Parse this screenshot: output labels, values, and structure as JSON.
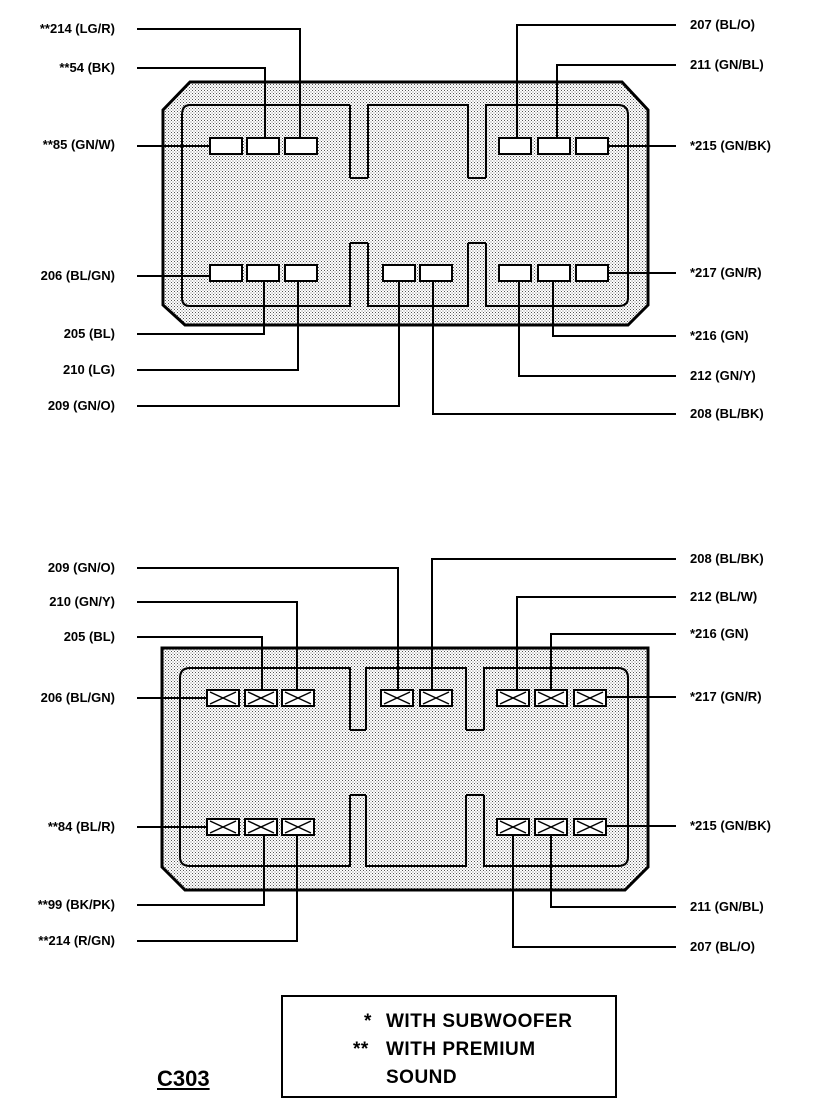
{
  "top_view": {
    "left_labels": [
      "**214  (LG/R)",
      "**54 (BK)",
      "**85 (GN/W)",
      "206 (BL/GN)",
      "205 (BL)",
      "210 (LG)",
      "209 (GN/O)"
    ],
    "right_labels": [
      "207 (BL/O)",
      "211 (GN/BL)",
      "*215 (GN/BK)",
      "*217 (GN/R)",
      "*216 (GN)",
      "212 (GN/Y)",
      "208 (BL/BK)"
    ]
  },
  "bottom_view": {
    "left_labels": [
      "209 (GN/O)",
      "210 (GN/Y)",
      "205 (BL)",
      "206 (BL/GN)",
      "**84 (BL/R)",
      "**99 (BK/PK)",
      "**214  (R/GN)"
    ],
    "right_labels": [
      "208 (BL/BK)",
      "212 (BL/W)",
      "*216 (GN)",
      "*217 (GN/R)",
      "*215 (GN/BK)",
      "211 (GN/BL)",
      "207 (BL/O)"
    ]
  },
  "legend": {
    "line1_marker": "*",
    "line1_text": "WITH SUBWOOFER",
    "line2_marker": "**",
    "line2_text": "WITH PREMIUM",
    "line3_text": "SOUND"
  },
  "connector_id": "C303"
}
